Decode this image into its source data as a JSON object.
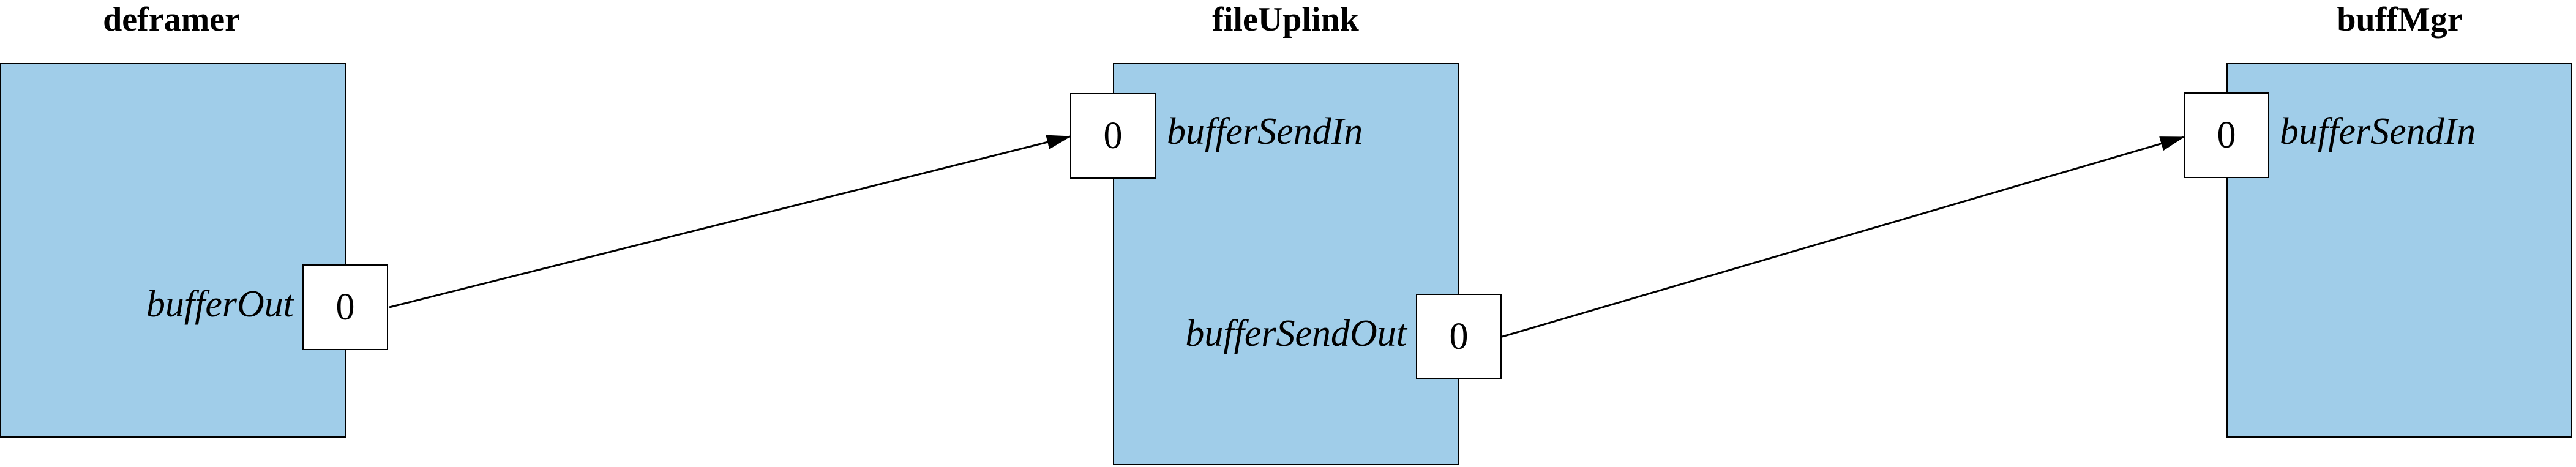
{
  "components": {
    "deframer": {
      "name": "deframer",
      "fill_color": "#a0cde9",
      "ports": {
        "bufferOut": {
          "label": "bufferOut",
          "index": "0"
        }
      }
    },
    "fileUplink": {
      "name": "fileUplink",
      "fill_color": "#a0cde9",
      "ports": {
        "bufferSendIn": {
          "label": "bufferSendIn",
          "index": "0"
        },
        "bufferSendOut": {
          "label": "bufferSendOut",
          "index": "0"
        }
      }
    },
    "buffMgr": {
      "name": "buffMgr",
      "fill_color": "#a0cde9",
      "ports": {
        "bufferSendIn": {
          "label": "bufferSendIn",
          "index": "0"
        }
      }
    }
  },
  "connections": [
    {
      "from": "deframer.bufferOut",
      "to": "fileUplink.bufferSendIn"
    },
    {
      "from": "fileUplink.bufferSendOut",
      "to": "buffMgr.bufferSendIn"
    }
  ]
}
